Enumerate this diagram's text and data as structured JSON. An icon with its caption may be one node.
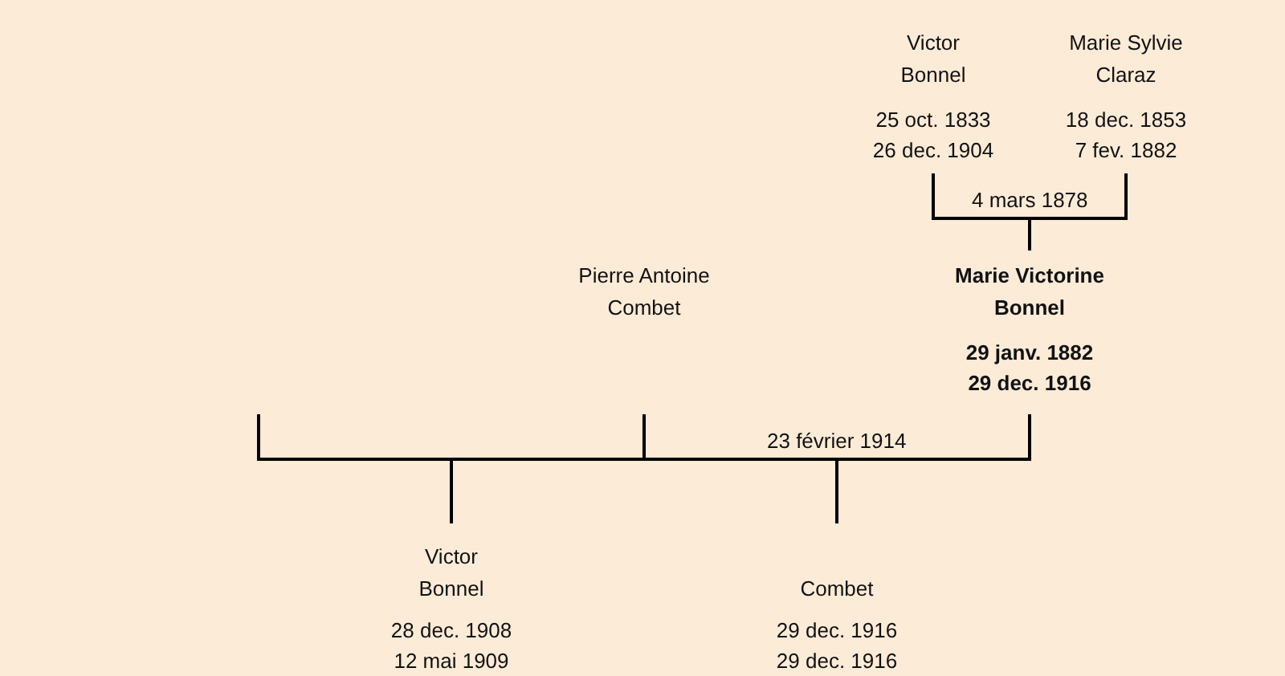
{
  "diagram": {
    "nodes": [
      {
        "text": [
          "Victor Bonnel",
          "25 oct. 1833 26 dec. 1904"
        ]
      },
      {
        "text": [
          "Marie Sylvie Claraz",
          "18 dec. 1853 7 fev. 1882"
        ]
      },
      {
        "text": [
          "Pierre Antoine Combet"
        ]
      },
      {
        "text": [
          "Marie Victorine Bonnel",
          "29 janv. 1882 29 dec. 1916"
        ]
      },
      {
        "text": [
          "Victor Bonnel",
          "28 dec. 1908 12 mai 1909"
        ]
      },
      {
        "text": [
          "Combet",
          "29 dec. 1916 29 dec. 1916"
        ]
      }
    ],
    "edges": [
      {
        "from": 0,
        "to": 3,
        "arrow": "none",
        "label": "4 mars 1878"
      },
      {
        "from": 1,
        "to": 3,
        "arrow": "none"
      },
      {
        "from": null,
        "to": 4,
        "arrow": "none"
      },
      {
        "from": 2,
        "to": 4,
        "arrow": "none"
      },
      {
        "from": 2,
        "to": 5,
        "arrow": "none",
        "label": "23 février 1914"
      },
      {
        "from": 3,
        "to": 5,
        "arrow": "none"
      }
    ]
  }
}
